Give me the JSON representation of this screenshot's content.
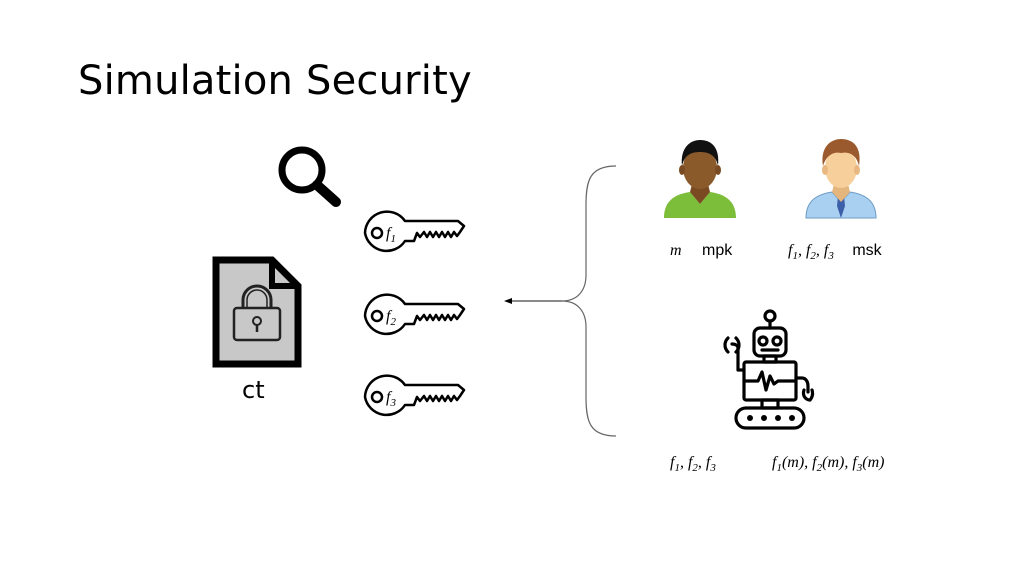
{
  "slide": {
    "title": "Simulation Security",
    "ciphertext_label": "ct",
    "keys": [
      "f",
      "f",
      "f"
    ],
    "key_subscripts": [
      "1",
      "2",
      "3"
    ],
    "encryptor": {
      "message": "m",
      "public_key": "mpk"
    },
    "authority": {
      "f1": "f",
      "s1": "1",
      "f2": "f",
      "s2": "2",
      "f3": "f",
      "s3": "3",
      "sep": ", ",
      "master_key": "msk"
    },
    "simulator": {
      "funcs": {
        "f1": "f",
        "s1": "1",
        "f2": "f",
        "s2": "2",
        "f3": "f",
        "s3": "3",
        "sep": ", "
      },
      "outputs": {
        "f1": "f",
        "s1": "1",
        "a1": "(m)",
        "f2": "f",
        "s2": "2",
        "a2": "(m)",
        "f3": "f",
        "s3": "3",
        "a3": "(m)",
        "sep": ", "
      }
    }
  },
  "icons": {
    "magnifier": "magnifying-glass-icon",
    "document": "locked-document-icon",
    "key": "key-icon",
    "user1": "person-dark-icon",
    "user2": "person-light-icon",
    "robot": "robot-icon"
  },
  "colors": {
    "green_shirt": "#7cbd3a",
    "blue_shirt": "#a9d0f0",
    "dark_skin": "#8a5a2b",
    "light_skin": "#f7cf9a",
    "brown_hair": "#9a5a2e",
    "doc_gray": "#c8c8c8",
    "bracket": "#666666"
  }
}
